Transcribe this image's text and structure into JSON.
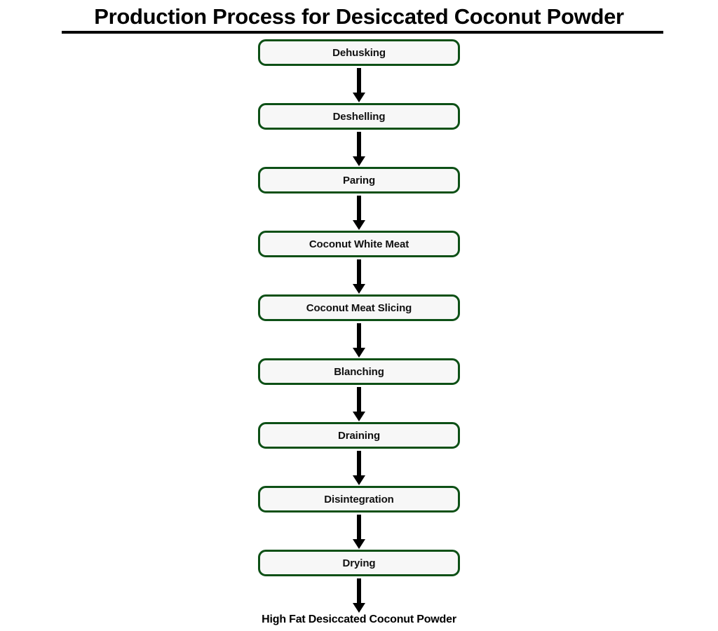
{
  "title": {
    "text": "Production Process for Desiccated Coconut Powder",
    "rule_color": "#000000"
  },
  "theme": {
    "node_border_color": "#0d5016",
    "node_fill_color": "#f7f7f7",
    "node_text_color": "#111111",
    "arrow_color": "#000000",
    "background_color": "#ffffff"
  },
  "flow": {
    "nodes": [
      {
        "label": "Dehusking"
      },
      {
        "label": "Deshelling"
      },
      {
        "label": "Paring"
      },
      {
        "label": "Coconut White Meat"
      },
      {
        "label": "Coconut Meat Slicing"
      },
      {
        "label": "Blanching"
      },
      {
        "label": "Draining"
      },
      {
        "label": "Disintegration"
      },
      {
        "label": "Drying"
      }
    ],
    "terminal": {
      "label": "High Fat Desiccated Coconut Powder"
    },
    "connector_icon": "down-arrow-icon"
  }
}
